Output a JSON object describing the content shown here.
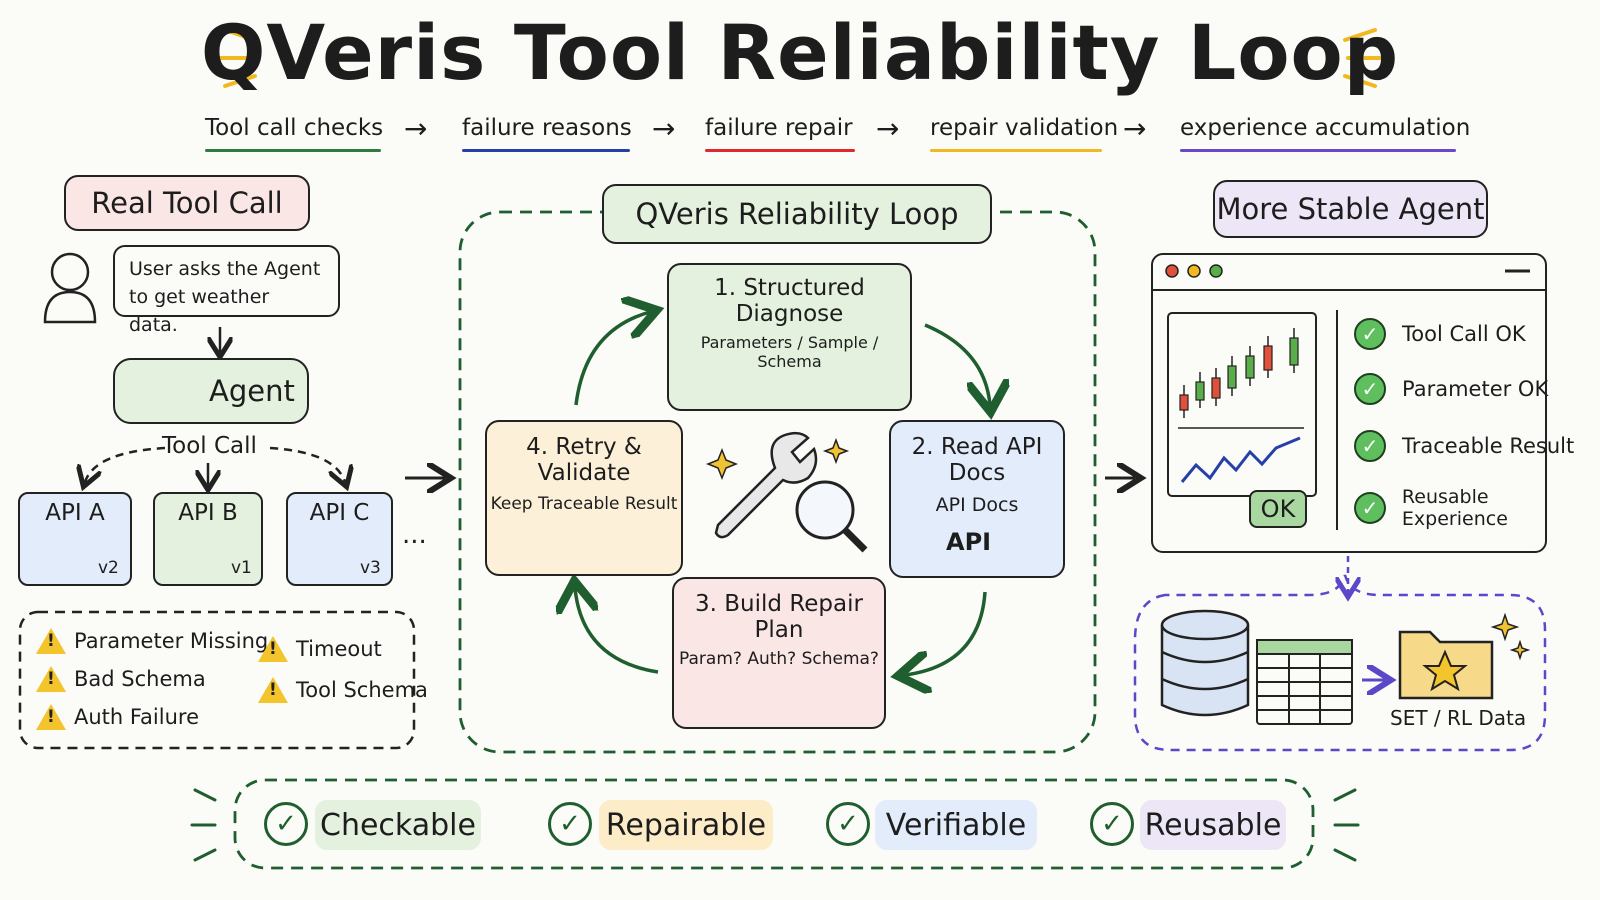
{
  "title": "QVeris Tool Reliability Loop",
  "steps": [
    {
      "label": "Tool call checks",
      "color": "#2e7d3e"
    },
    {
      "label": "failure reasons",
      "color": "#2540a8"
    },
    {
      "label": "failure repair",
      "color": "#e0282e"
    },
    {
      "label": "repair validation",
      "color": "#f1b820"
    },
    {
      "label": "experience accumulation",
      "color": "#6b47c9"
    }
  ],
  "left": {
    "header": "Real Tool Call",
    "user_bubble_line1": "User asks the Agent",
    "user_bubble_line2": "to get weather data.",
    "agent_label": "Agent",
    "tool_call_label": "Tool Call",
    "apis": [
      {
        "name": "API A",
        "version": "v2",
        "icon": "weather-icon"
      },
      {
        "name": "API B",
        "version": "v1",
        "icon": "location-pin-icon"
      },
      {
        "name": "API C",
        "version": "v3",
        "icon": "magnifier-icon"
      }
    ],
    "more": "...",
    "failures": [
      "Parameter Missing",
      "Bad Schema",
      "Auth Failure",
      "Timeout",
      "Tool Schema"
    ]
  },
  "loop": {
    "header": "QVeris Reliability Loop",
    "nodes": [
      {
        "title": "1. Structured Diagnose",
        "subtitle": "Parameters / Sample / Schema",
        "color": "#e3f1de"
      },
      {
        "title": "2. Read API Docs",
        "subtitle": "API Docs",
        "icon_text": "API",
        "color": "#e3ecfa"
      },
      {
        "title": "3. Build Repair Plan",
        "subtitle": "Param? Auth? Schema?",
        "color": "#fbe6e6"
      },
      {
        "title": "4. Retry & Validate",
        "subtitle": "Keep Traceable Result",
        "color": "#fcf0d8"
      }
    ]
  },
  "right": {
    "header": "More Stable Agent",
    "ok_label": "OK",
    "statuses": [
      "Tool Call OK",
      "Parameter OK",
      "Traceable Result",
      "Reusable Experience"
    ],
    "data_label": "SET / RL Data"
  },
  "bottom": {
    "pills": [
      {
        "label": "Checkable",
        "color": "#e3f1de"
      },
      {
        "label": "Repairable",
        "color": "#fcecc8"
      },
      {
        "label": "Verifiable",
        "color": "#e3ecfa"
      },
      {
        "label": "Reusable",
        "color": "#ece6f7"
      }
    ]
  },
  "colors": {
    "loop_green": "#1f5e2e",
    "dashed_purple": "#5a48c9",
    "candle_red": "#e0503a",
    "candle_green": "#5aae4a"
  }
}
